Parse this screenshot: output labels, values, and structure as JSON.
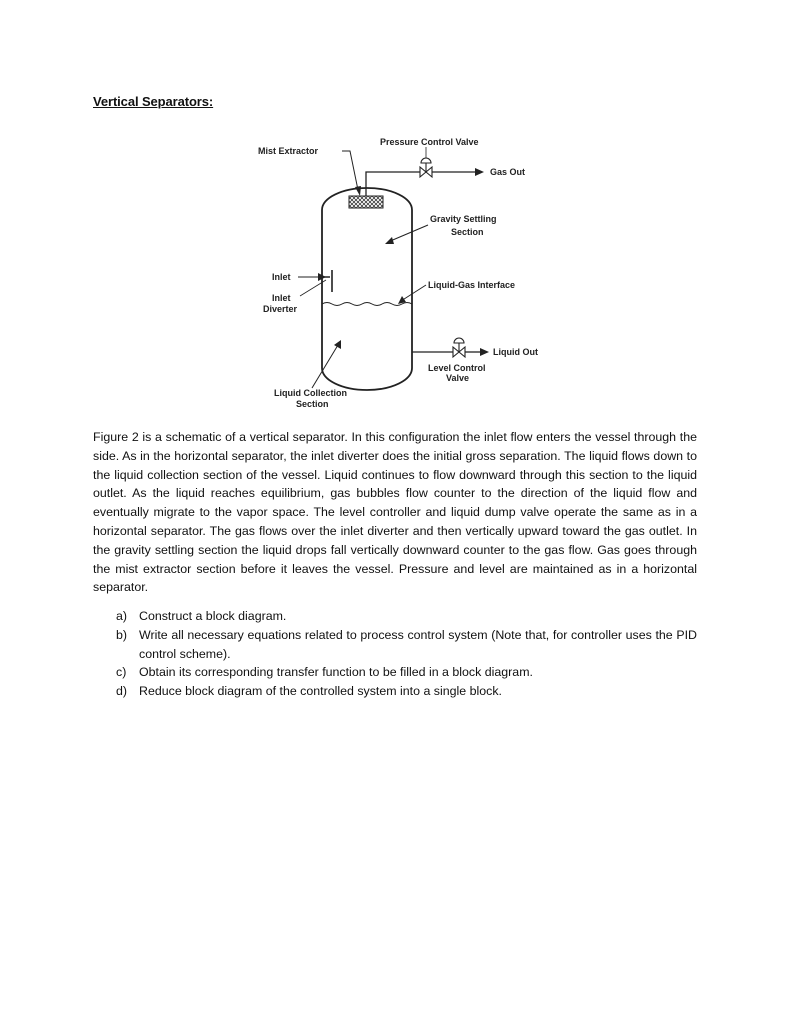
{
  "heading": "Vertical Separators:",
  "figure": {
    "labels": {
      "mist_extractor": "Mist Extractor",
      "pressure_control_valve": "Pressure Control Valve",
      "gas_out": "Gas Out",
      "gravity_settling_1": "Gravity Settling",
      "gravity_settling_2": "Section",
      "inlet": "Inlet",
      "inlet_diverter_1": "Inlet",
      "inlet_diverter_2": "Diverter",
      "liquid_gas_interface": "Liquid-Gas Interface",
      "liquid_out": "Liquid Out",
      "level_control_valve_1": "Level Control",
      "level_control_valve_2": "Valve",
      "liquid_collection_1": "Liquid Collection",
      "liquid_collection_2": "Section"
    }
  },
  "paragraph": "Figure 2 is a schematic of a vertical separator. In this configuration the inlet flow enters the vessel through the side. As in the horizontal separator, the inlet diverter does the initial gross separation. The liquid flows down to the liquid collection section of the vessel. Liquid continues to flow downward through this section to the liquid outlet. As the liquid reaches equilibrium, gas bubbles flow counter to the direction of the liquid flow and eventually migrate to the vapor space. The level controller and liquid dump valve operate the same as in a horizontal separator. The gas flows over the inlet diverter and then vertically upward toward the gas outlet. In the gravity settling section the liquid drops fall vertically downward counter to the gas flow. Gas goes through the mist extractor section before it leaves the vessel. Pressure and level are maintained as in a horizontal separator.",
  "questions": [
    {
      "marker": "a)",
      "text": "Construct a block diagram."
    },
    {
      "marker": "b)",
      "text": "Write all necessary equations related to process control system (Note that, for controller uses the PID control scheme)."
    },
    {
      "marker": "c)",
      "text": "Obtain its corresponding transfer function to be filled in a block diagram."
    },
    {
      "marker": "d)",
      "text": "Reduce block diagram of the controlled system into a single block."
    }
  ]
}
